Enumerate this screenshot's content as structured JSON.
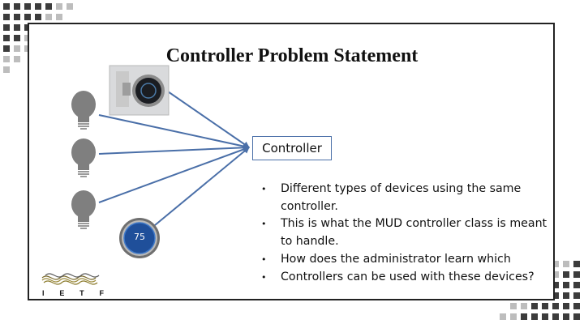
{
  "slide": {
    "title": "Controller Problem Statement",
    "controller_label": "Controller",
    "bullets": [
      "Different types of devices using the same controller.",
      "This is what the MUD controller class is meant to handle.",
      "How does the administrator learn which",
      "Controllers can be used with these devices?"
    ],
    "thermostat_reading": "75",
    "logo_letters": [
      "I",
      "E",
      "T",
      "F"
    ]
  },
  "colors": {
    "arrow": "#4a6fa8",
    "frame": "#222222",
    "bulb": "#7f7f7f",
    "decor_dark": "#3c3c3c",
    "decor_light": "#bdbdbd"
  },
  "icons": [
    "light-bulb-icon",
    "thermostat-icon",
    "smart-thermostat-icon",
    "ietf-logo"
  ]
}
